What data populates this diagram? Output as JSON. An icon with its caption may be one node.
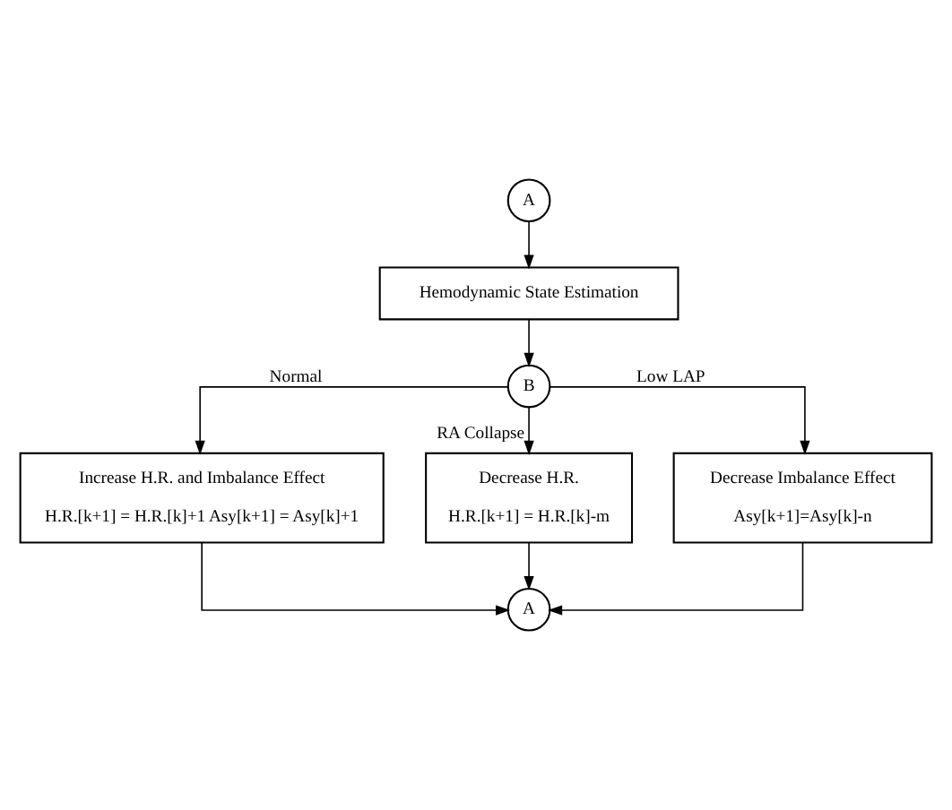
{
  "diagram": {
    "nodes": [
      {
        "text": [
          "A"
        ]
      },
      {
        "text": [
          "Hemodynamic State Estimation"
        ]
      },
      {
        "text": [
          "B"
        ]
      },
      {
        "text": [
          "Increase H.R. and Imbalance Effect",
          "H.R.[k+1] = H.R.[k]+1 Asy[k+1] = Asy[k]+1"
        ]
      },
      {
        "text": [
          "Decrease H.R.",
          "H.R.[k+1] = H.R.[k]-m"
        ]
      },
      {
        "text": [
          "Decrease Imbalance Effect",
          "Asy[k+1]=Asy[k]-n"
        ]
      },
      {
        "text": [
          "A"
        ]
      }
    ],
    "edges": [
      {
        "from": 0,
        "to": 1,
        "arrow": "to"
      },
      {
        "from": 1,
        "to": 2,
        "arrow": "to"
      },
      {
        "from": 2,
        "to": 3,
        "arrow": "to",
        "label": "Normal"
      },
      {
        "from": 2,
        "to": 4,
        "arrow": "to",
        "label": "RA Collapse"
      },
      {
        "from": 2,
        "to": 5,
        "arrow": "to",
        "label": "Low LAP"
      },
      {
        "from": 3,
        "to": 6,
        "arrow": "to"
      },
      {
        "from": 4,
        "to": 6,
        "arrow": "to"
      },
      {
        "from": 5,
        "to": 6,
        "arrow": "to"
      }
    ]
  }
}
